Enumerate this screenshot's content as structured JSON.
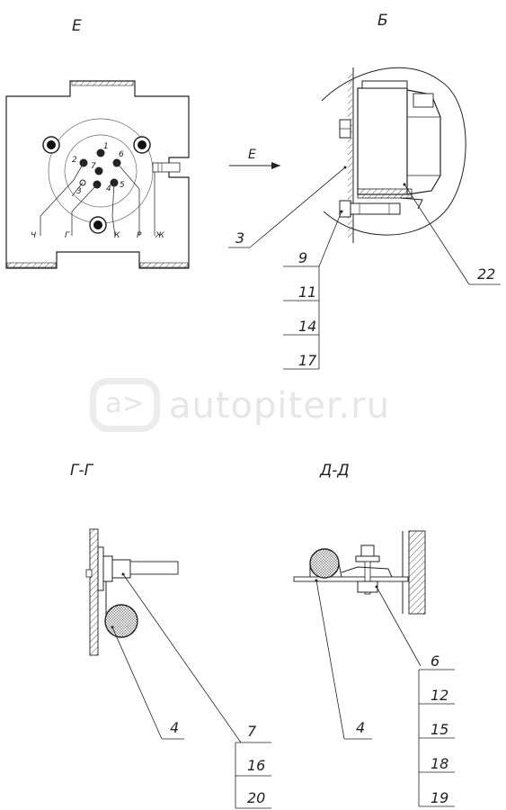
{
  "views": {
    "E": {
      "title": "Е"
    },
    "B": {
      "title": "Б"
    },
    "GG": {
      "title": "Г-Г"
    },
    "DD": {
      "title": "Д-Д"
    }
  },
  "arrow": {
    "label": "Е"
  },
  "terminal_labels": {
    "t1": "1",
    "t2": "2",
    "t3": "3",
    "t4": "4",
    "t5": "5",
    "t6": "6",
    "t7": "7"
  },
  "wire_labels": {
    "ch": "Ч",
    "g": "Г",
    "k": "К",
    "r": "Р",
    "zh": "Ж"
  },
  "callouts": {
    "view_e_3": "3",
    "view_b_22": "22",
    "stack_b": [
      "9",
      "11",
      "14",
      "17"
    ],
    "gg_4": "4",
    "gg_stack": [
      "7",
      "16",
      "20"
    ],
    "dd_4": "4",
    "dd_stack": [
      "6",
      "12",
      "15",
      "18",
      "19"
    ]
  },
  "watermark": {
    "text": "autopiter.ru",
    "logo": "a>"
  }
}
